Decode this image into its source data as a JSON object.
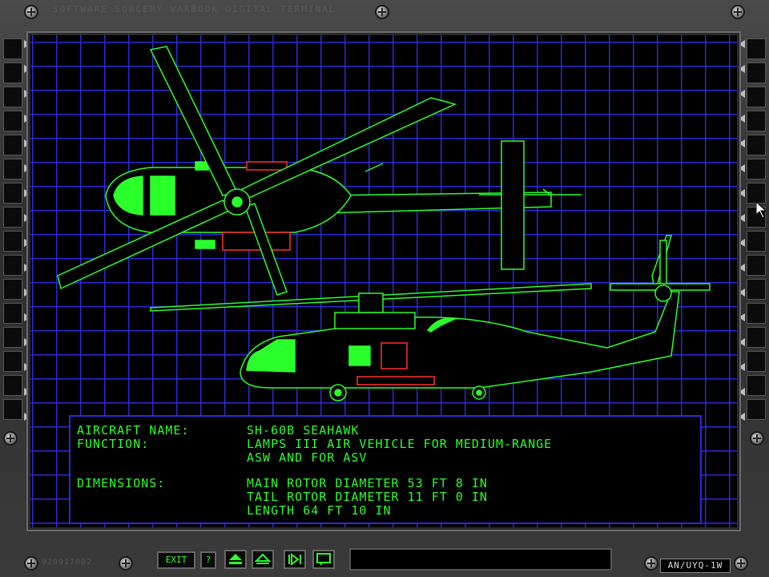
{
  "header": {
    "title": "SOFTWARE SORCERY WARBOOK DIGITAL TERMINAL"
  },
  "info": {
    "aircraft_name_label": "AIRCRAFT NAME:",
    "aircraft_name_value": "SH-60B SEAHAWK",
    "function_label": "FUNCTION:",
    "function_line1": "LAMPS III AIR VEHICLE FOR MEDIUM-RANGE",
    "function_line2": "ASW AND FOR ASV",
    "dimensions_label": "DIMENSIONS:",
    "dim_line1": "MAIN ROTOR DIAMETER 53 FT 8 IN",
    "dim_line2": "TAIL ROTOR DIAMETER 11 FT 0 IN",
    "dim_line3": "LENGTH 64 FT 10 IN"
  },
  "footer": {
    "serial": "920917002",
    "exit_label": "EXIT",
    "help_label": "?",
    "unit_label": "AN/UYQ-1W"
  },
  "colors": {
    "wire": "#2bff2b",
    "grid": "#2b2bd6",
    "accent_red": "#ff3030",
    "fill_green": "#2bff2b"
  },
  "icons": [
    "eject-icon",
    "up-eject-icon",
    "next-icon",
    "chat-icon"
  ]
}
